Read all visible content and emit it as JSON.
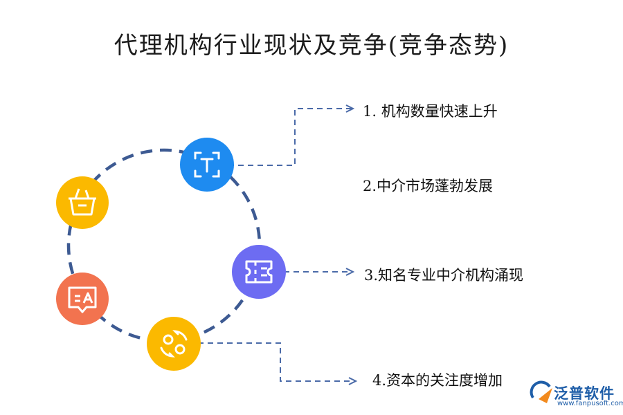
{
  "title": "代理机构行业现状及竞争(竞争态势)",
  "items": [
    {
      "label": "1.  机构数量快速上升",
      "icon": "text-t-icon",
      "color": "#1e8bf0"
    },
    {
      "label": "2.中介市场蓬勃发展",
      "icon": "basket-icon",
      "color": "#fbb900"
    },
    {
      "label": "3.知名专业中介机构涌现",
      "icon": "ticket-list-icon",
      "color": "#6d6cf2"
    },
    {
      "label": "4.资本的关注度增加",
      "icon": "exchange-icon",
      "color": "#fbb900"
    }
  ],
  "extra_icon": {
    "icon": "translate-chat-icon",
    "color": "#f2734f"
  },
  "colors": {
    "connector": "#3d5a92",
    "arrow": "#4a6aa8"
  },
  "logo": {
    "name": "泛普软件",
    "url": "www.fanpusoft.com",
    "icon": "fanpu-logo-icon"
  }
}
